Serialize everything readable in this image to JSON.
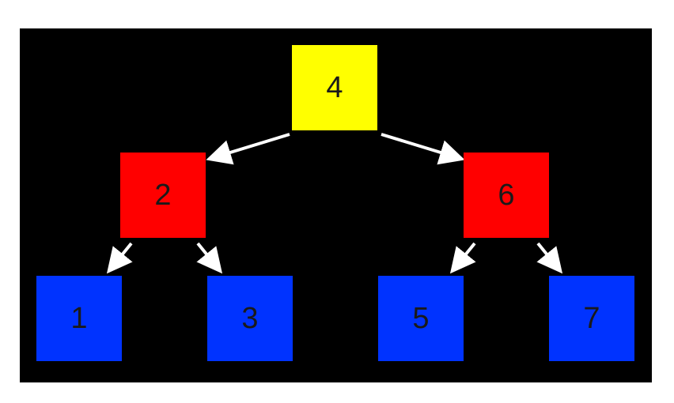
{
  "tree": {
    "colors": {
      "root": "#ffff00",
      "internal": "#ff0000",
      "leaf": "#0033ff",
      "background": "#000000",
      "edge": "#ffffff"
    },
    "root": {
      "label": "4"
    },
    "level1": [
      {
        "label": "2"
      },
      {
        "label": "6"
      }
    ],
    "level2": [
      {
        "label": "1"
      },
      {
        "label": "3"
      },
      {
        "label": "5"
      },
      {
        "label": "7"
      }
    ],
    "edges": [
      {
        "from": "4",
        "to": "2"
      },
      {
        "from": "4",
        "to": "6"
      },
      {
        "from": "2",
        "to": "1"
      },
      {
        "from": "2",
        "to": "3"
      },
      {
        "from": "6",
        "to": "5"
      },
      {
        "from": "6",
        "to": "7"
      }
    ]
  }
}
